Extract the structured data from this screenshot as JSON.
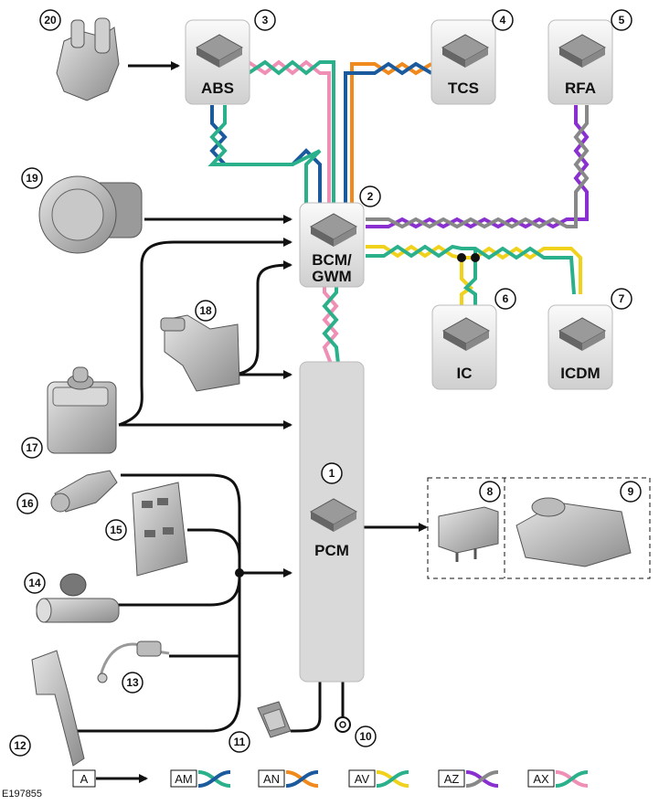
{
  "modules": {
    "abs": "ABS",
    "tcs": "TCS",
    "rfa": "RFA",
    "bcm_line1": "BCM/",
    "bcm_line2": "GWM",
    "ic": "IC",
    "icdm": "ICDM",
    "pcm": "PCM"
  },
  "callouts": [
    "1",
    "2",
    "3",
    "4",
    "5",
    "6",
    "7",
    "8",
    "9",
    "10",
    "11",
    "12",
    "13",
    "14",
    "15",
    "16",
    "17",
    "18",
    "19",
    "20"
  ],
  "legend": {
    "hardwired": "A",
    "networks": [
      {
        "code": "AM",
        "colors": [
          "#2ab08a",
          "#1c5a9e"
        ]
      },
      {
        "code": "AN",
        "colors": [
          "#f08a1c",
          "#1c5a9e"
        ]
      },
      {
        "code": "AV",
        "colors": [
          "#f0d21c",
          "#2ab08a"
        ]
      },
      {
        "code": "AZ",
        "colors": [
          "#8a2fd0",
          "#888888"
        ]
      },
      {
        "code": "AX",
        "colors": [
          "#ef8fb6",
          "#2ab08a"
        ]
      }
    ]
  },
  "reference": "E197855",
  "colors": {
    "green": "#2ab08a",
    "blue": "#1c5a9e",
    "orange": "#f08a1c",
    "pink": "#ef8fb6",
    "purple": "#8a2fd0",
    "gray": "#888888",
    "yellow": "#f0d21c"
  }
}
